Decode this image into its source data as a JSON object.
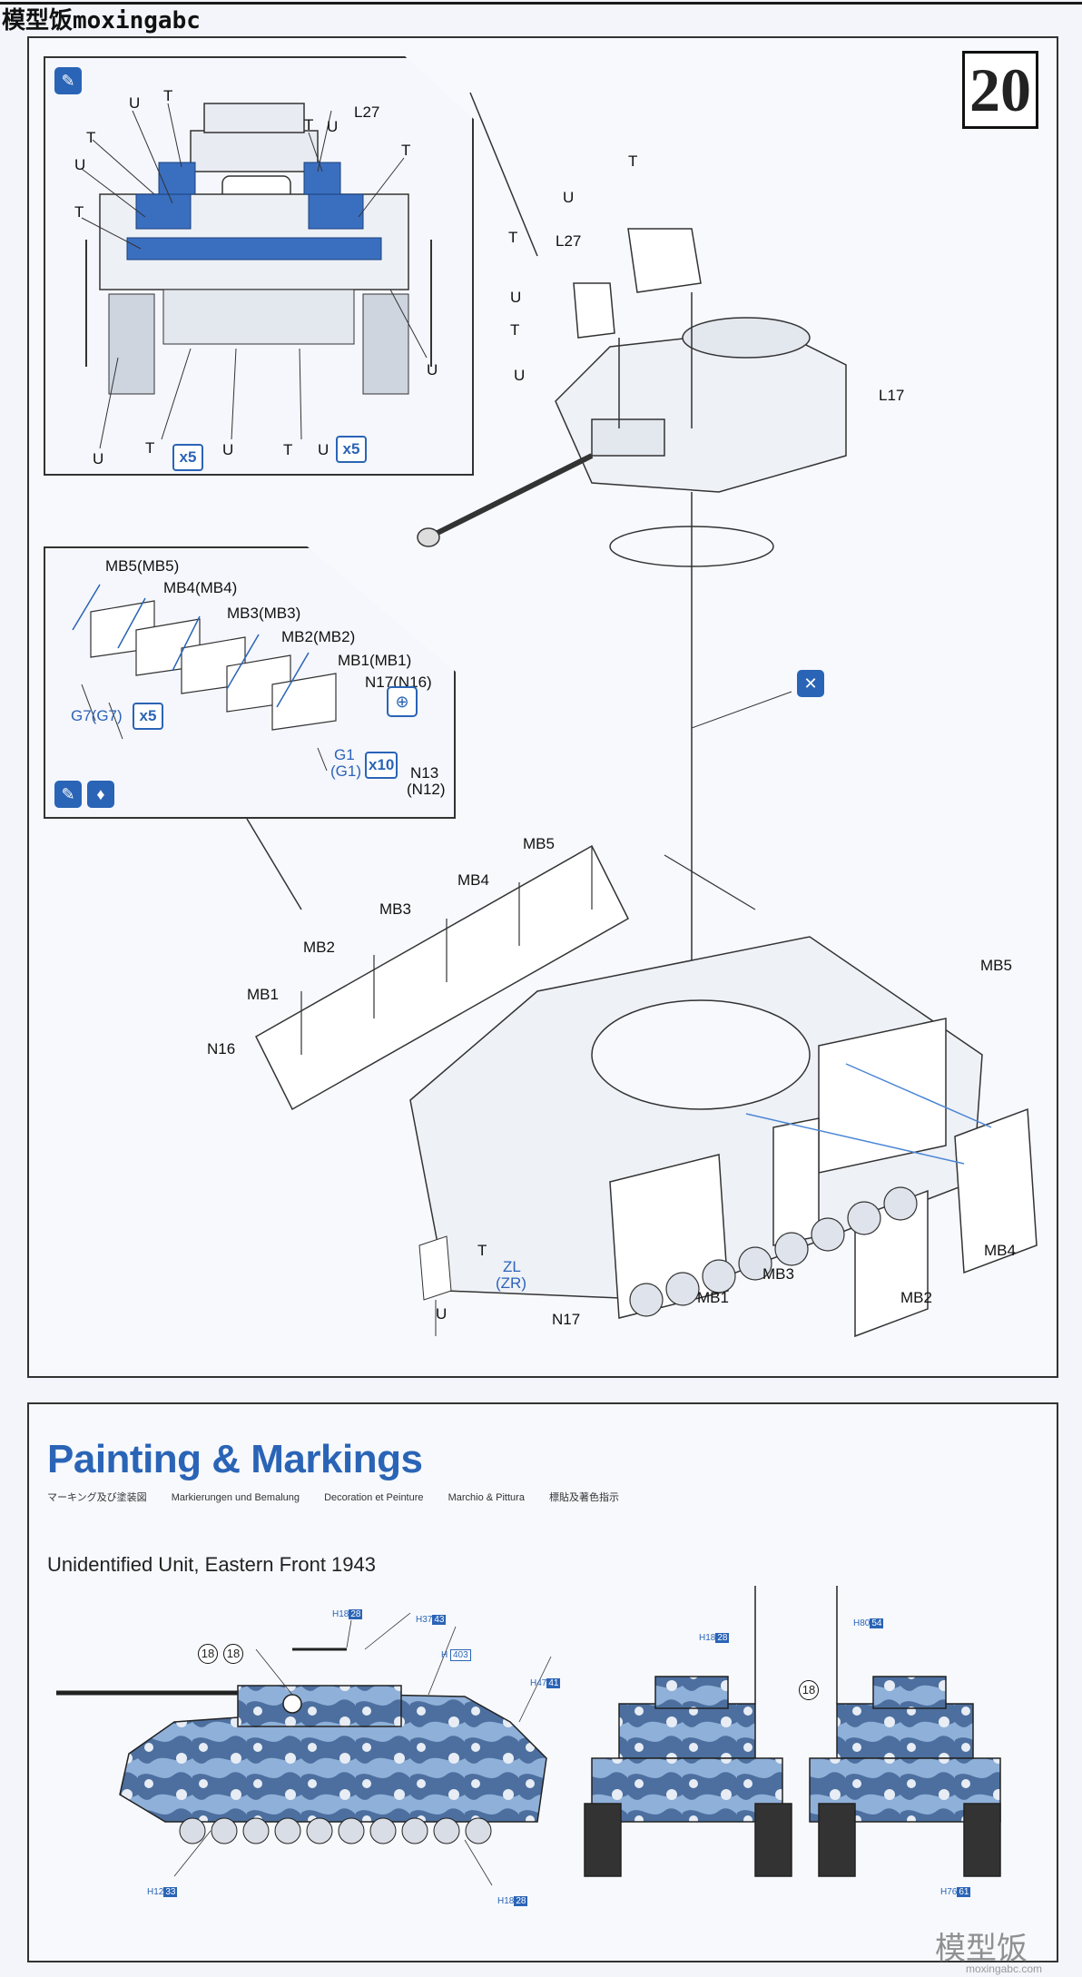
{
  "watermark": "模型饭moxingabc",
  "step_number": "20",
  "inset_top": {
    "labels": [
      "U",
      "T",
      "T",
      "U",
      "L27",
      "T",
      "U",
      "T",
      "T",
      "U",
      "U",
      "T",
      "U",
      "U",
      "T"
    ],
    "count_left": "x5",
    "count_right": "x5"
  },
  "inset_mid": {
    "parts": [
      "MB5(MB5)",
      "MB4(MB4)",
      "MB3(MB3)",
      "MB2(MB2)",
      "MB1(MB1)",
      "N17(N16)"
    ],
    "g7": "G7(G7)",
    "g1": "G1",
    "g1b": "(G1)",
    "n13": "N13",
    "n12": "(N12)",
    "count_g7": "x5",
    "count_g1": "x10"
  },
  "turret": {
    "labels": [
      "T",
      "U",
      "L27",
      "T",
      "U",
      "T",
      "U",
      "L17"
    ]
  },
  "hull": {
    "labels_top": [
      "MB5",
      "MB4",
      "MB3",
      "MB2",
      "MB1",
      "N16"
    ],
    "label_mb5_right": "MB5",
    "label_mb4": "MB4",
    "label_mb3": "MB3",
    "label_mb2": "MB2",
    "label_mb1": "MB1",
    "label_n17": "N17",
    "label_t": "T",
    "label_u": "U",
    "label_zl": "ZL",
    "label_zr": "(ZR)"
  },
  "painting": {
    "title": "Painting & Markings",
    "subtitles": [
      "マーキング及び塗装図",
      "Markierungen und Bemalung",
      "Decoration et Peinture",
      "Marchio & Pittura",
      "標貼及著色指示"
    ],
    "unit": "Unidentified Unit, Eastern Front 1943",
    "callouts": {
      "side_decal": "18",
      "side_decal2": "18",
      "rear_decal": "18",
      "c1": "28",
      "c2": "43",
      "c3": "403",
      "c4": "41",
      "c5": "33",
      "c6": "28",
      "c7": "28",
      "c8": "54",
      "c9": "61",
      "p1": "18",
      "p2": "37",
      "p3": "47",
      "p4": "12",
      "p5": "18",
      "p6": "18",
      "p7": "80",
      "p8": "76"
    }
  },
  "footer": {
    "mark": "模型饭",
    "url": "moxingabc.com"
  },
  "colors": {
    "accent": "#2a64b6",
    "camo_light": "#8fb0d8",
    "camo_dark": "#4c6f9f"
  }
}
